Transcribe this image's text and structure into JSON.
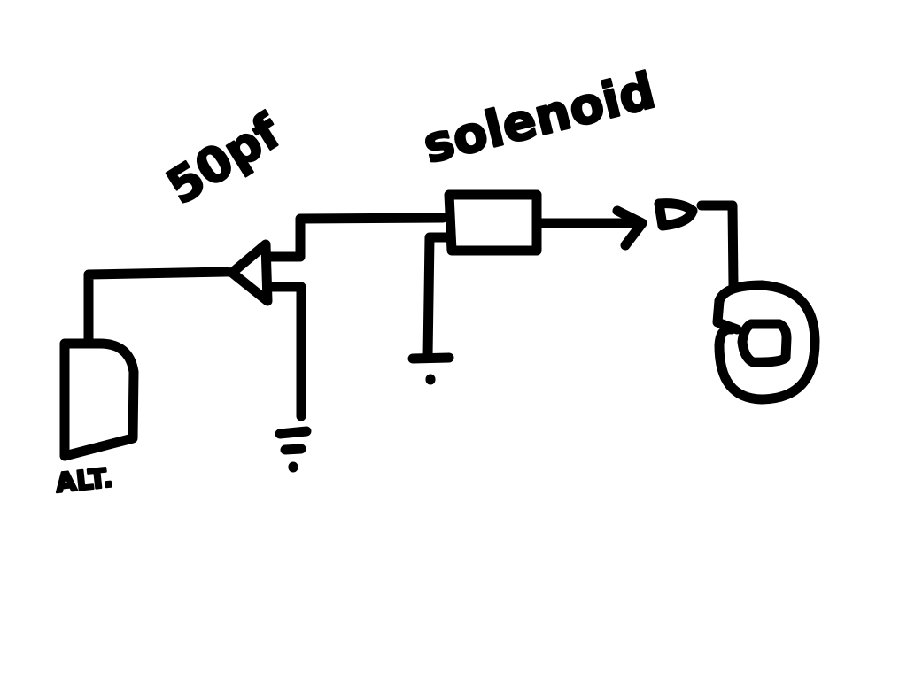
{
  "labels": {
    "capacitor": "50pf",
    "solenoid": "solenoid",
    "alternator": "ALT."
  },
  "colors": {
    "ink": "#000000",
    "background": "#ffffff"
  }
}
